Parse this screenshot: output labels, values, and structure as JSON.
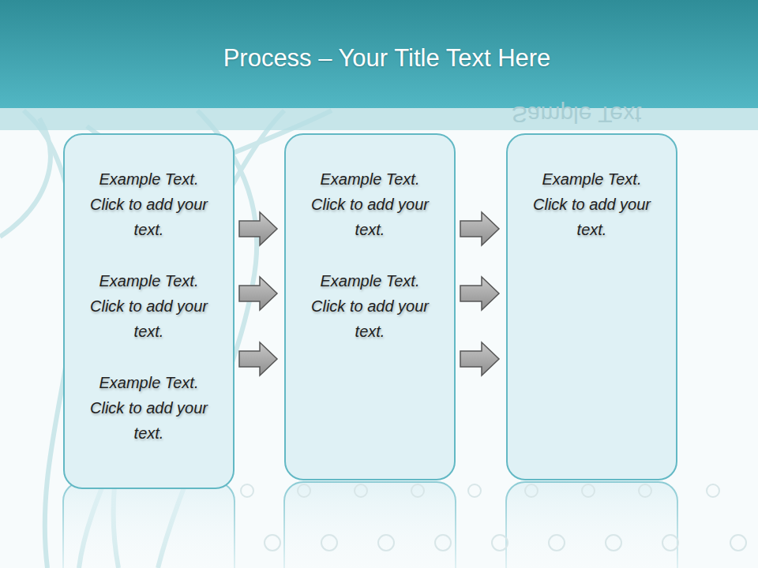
{
  "diagram": {
    "title": "Process  – Your Title Text Here",
    "nodes": [
      {
        "text": [
          "Example Text. Click to add your text.",
          "Example Text. Click to add your text.",
          "Example Text. Click to add your text."
        ]
      },
      {
        "text": [
          "Example Text. Click to add your text.",
          "Example Text. Click to add your text."
        ]
      },
      {
        "text": [
          "Example Text. Click to add your text."
        ]
      }
    ],
    "edges": [
      {
        "from": 0,
        "to": 1,
        "arrow": "to"
      },
      {
        "from": 0,
        "to": 1,
        "arrow": "to"
      },
      {
        "from": 0,
        "to": 1,
        "arrow": "to"
      },
      {
        "from": 1,
        "to": 2,
        "arrow": "to"
      },
      {
        "from": 1,
        "to": 2,
        "arrow": "to"
      },
      {
        "from": 1,
        "to": 2,
        "arrow": "to"
      }
    ],
    "labels": [
      "Sample Text"
    ]
  }
}
